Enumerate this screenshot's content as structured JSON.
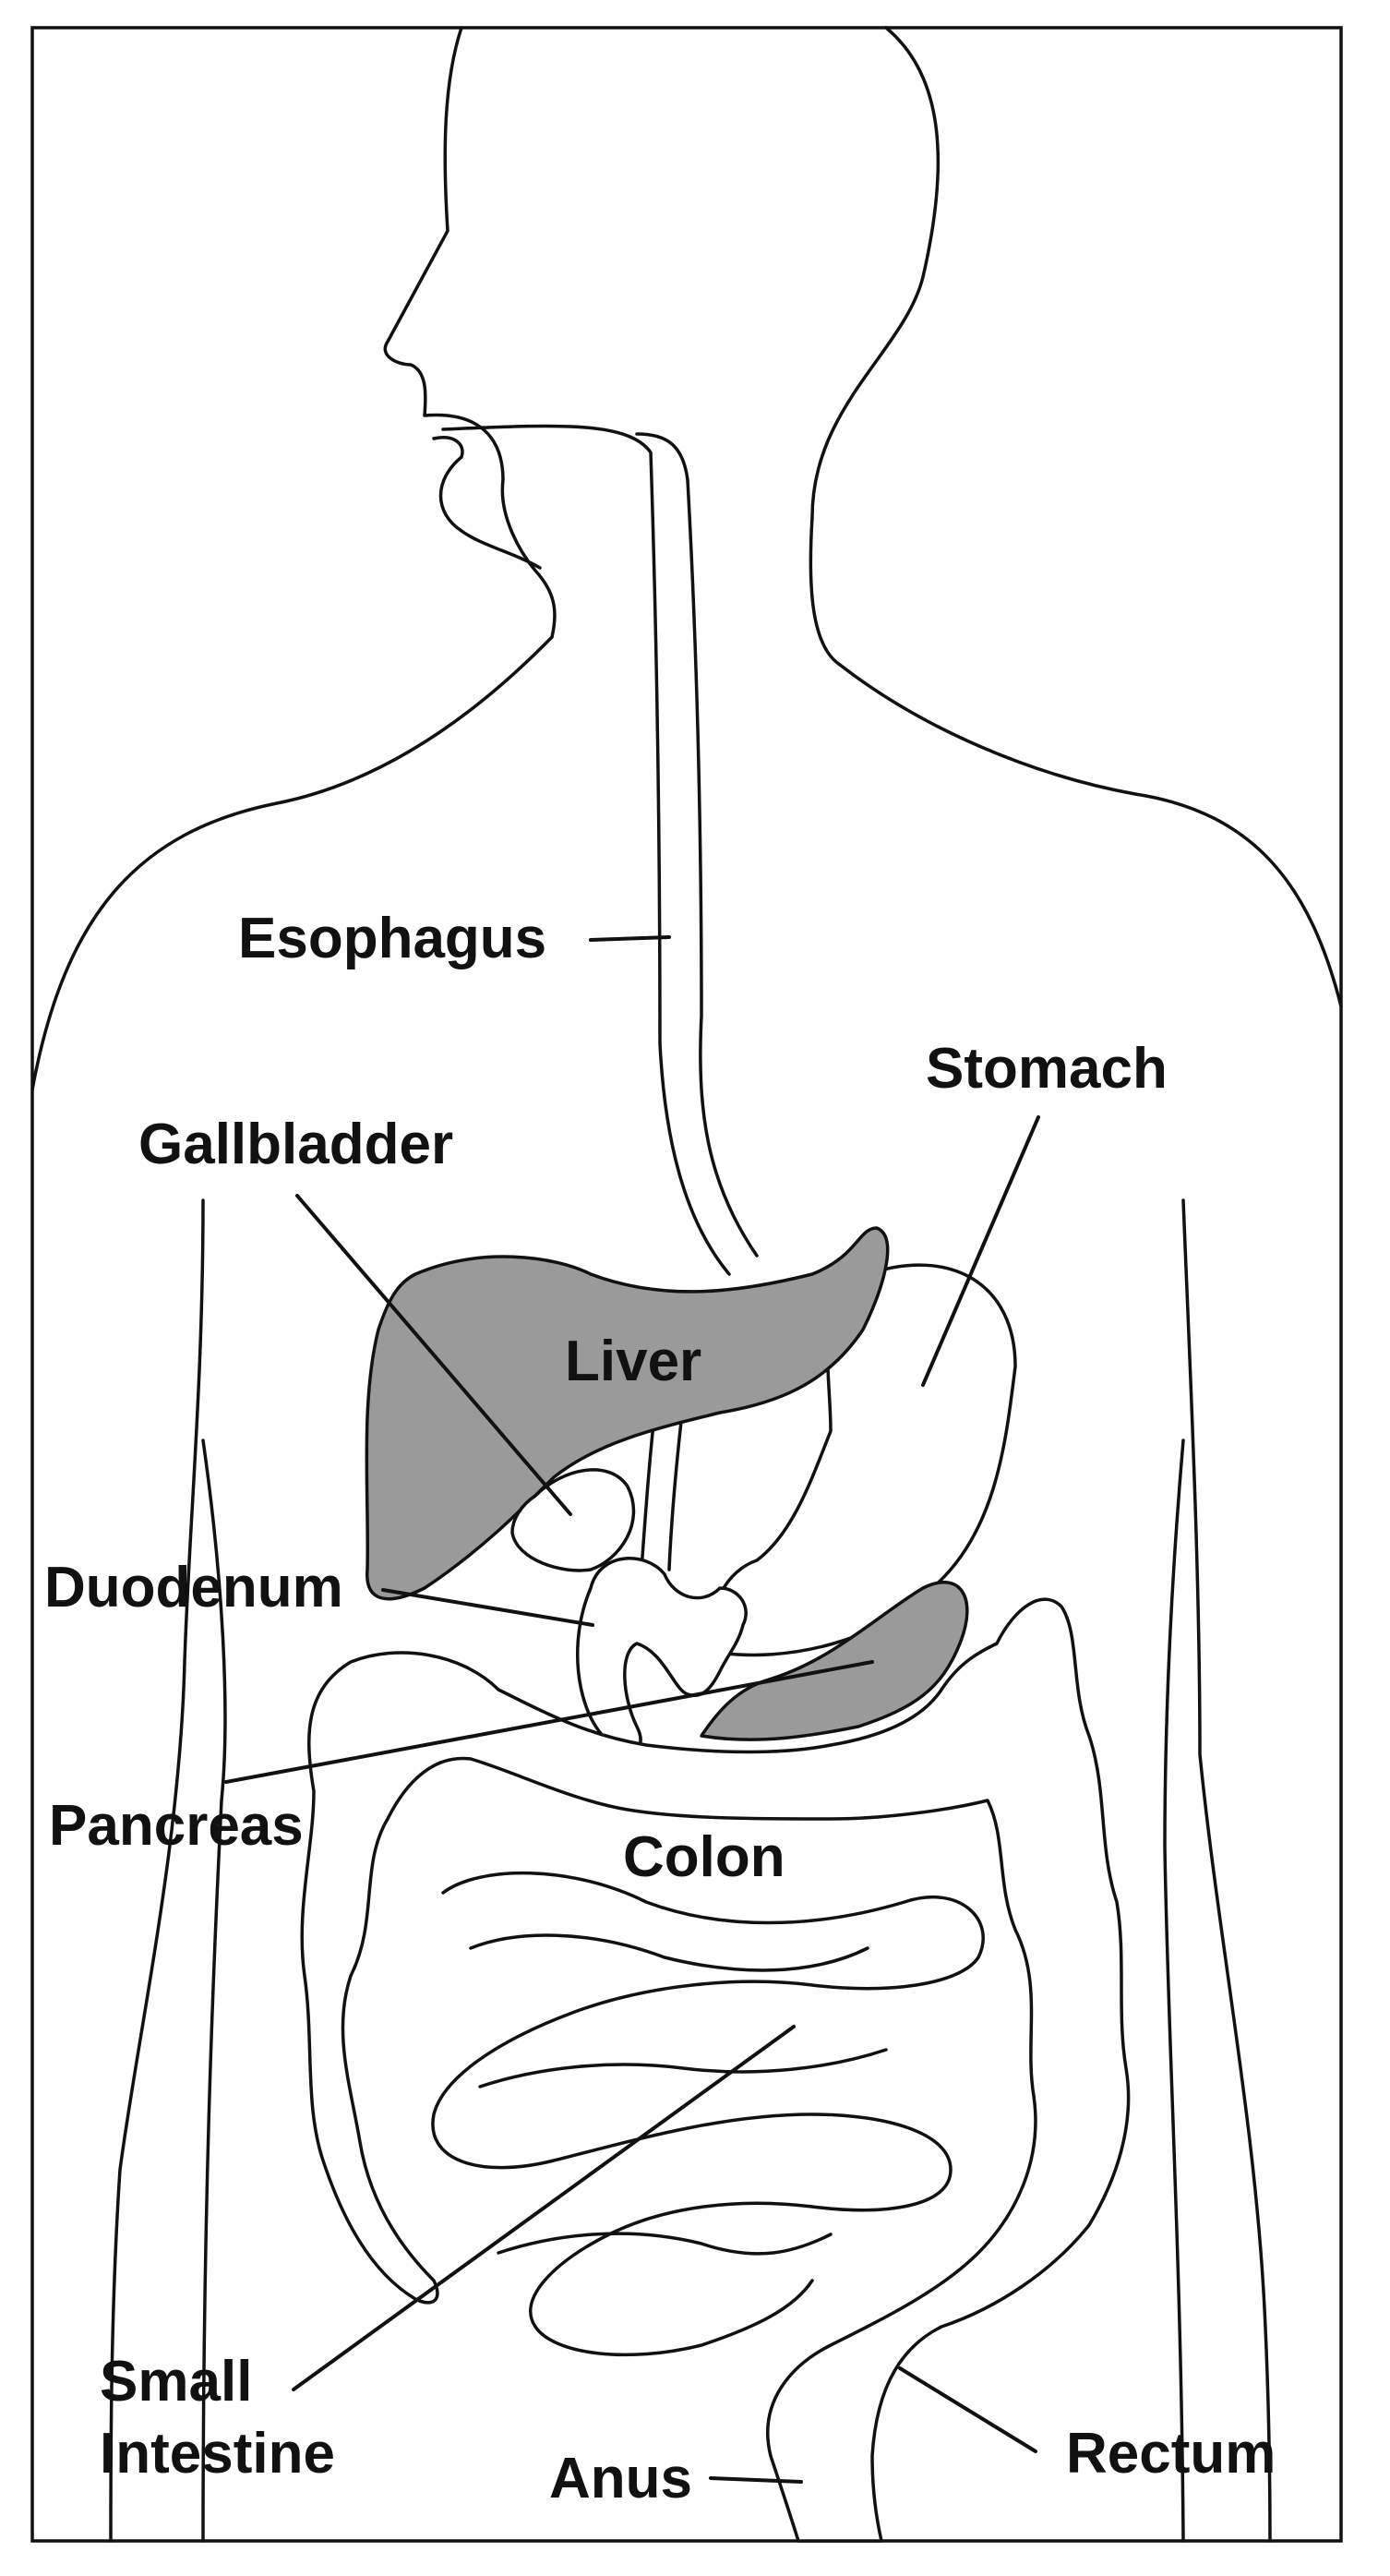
{
  "colors": {
    "outline": "#111111",
    "organ_fill": "#ffffff",
    "highlight_fill": "#9a9a9a",
    "background": "#ffffff"
  },
  "labels": {
    "esophagus": "Esophagus",
    "stomach": "Stomach",
    "gallbladder": "Gallbladder",
    "liver": "Liver",
    "duodenum": "Duodenum",
    "pancreas": "Pancreas",
    "colon": "Colon",
    "small_intestine_line1": "Small",
    "small_intestine_line2": "Intestine",
    "anus": "Anus",
    "rectum": "Rectum"
  },
  "highlighted_organs": [
    "Liver",
    "Pancreas"
  ]
}
